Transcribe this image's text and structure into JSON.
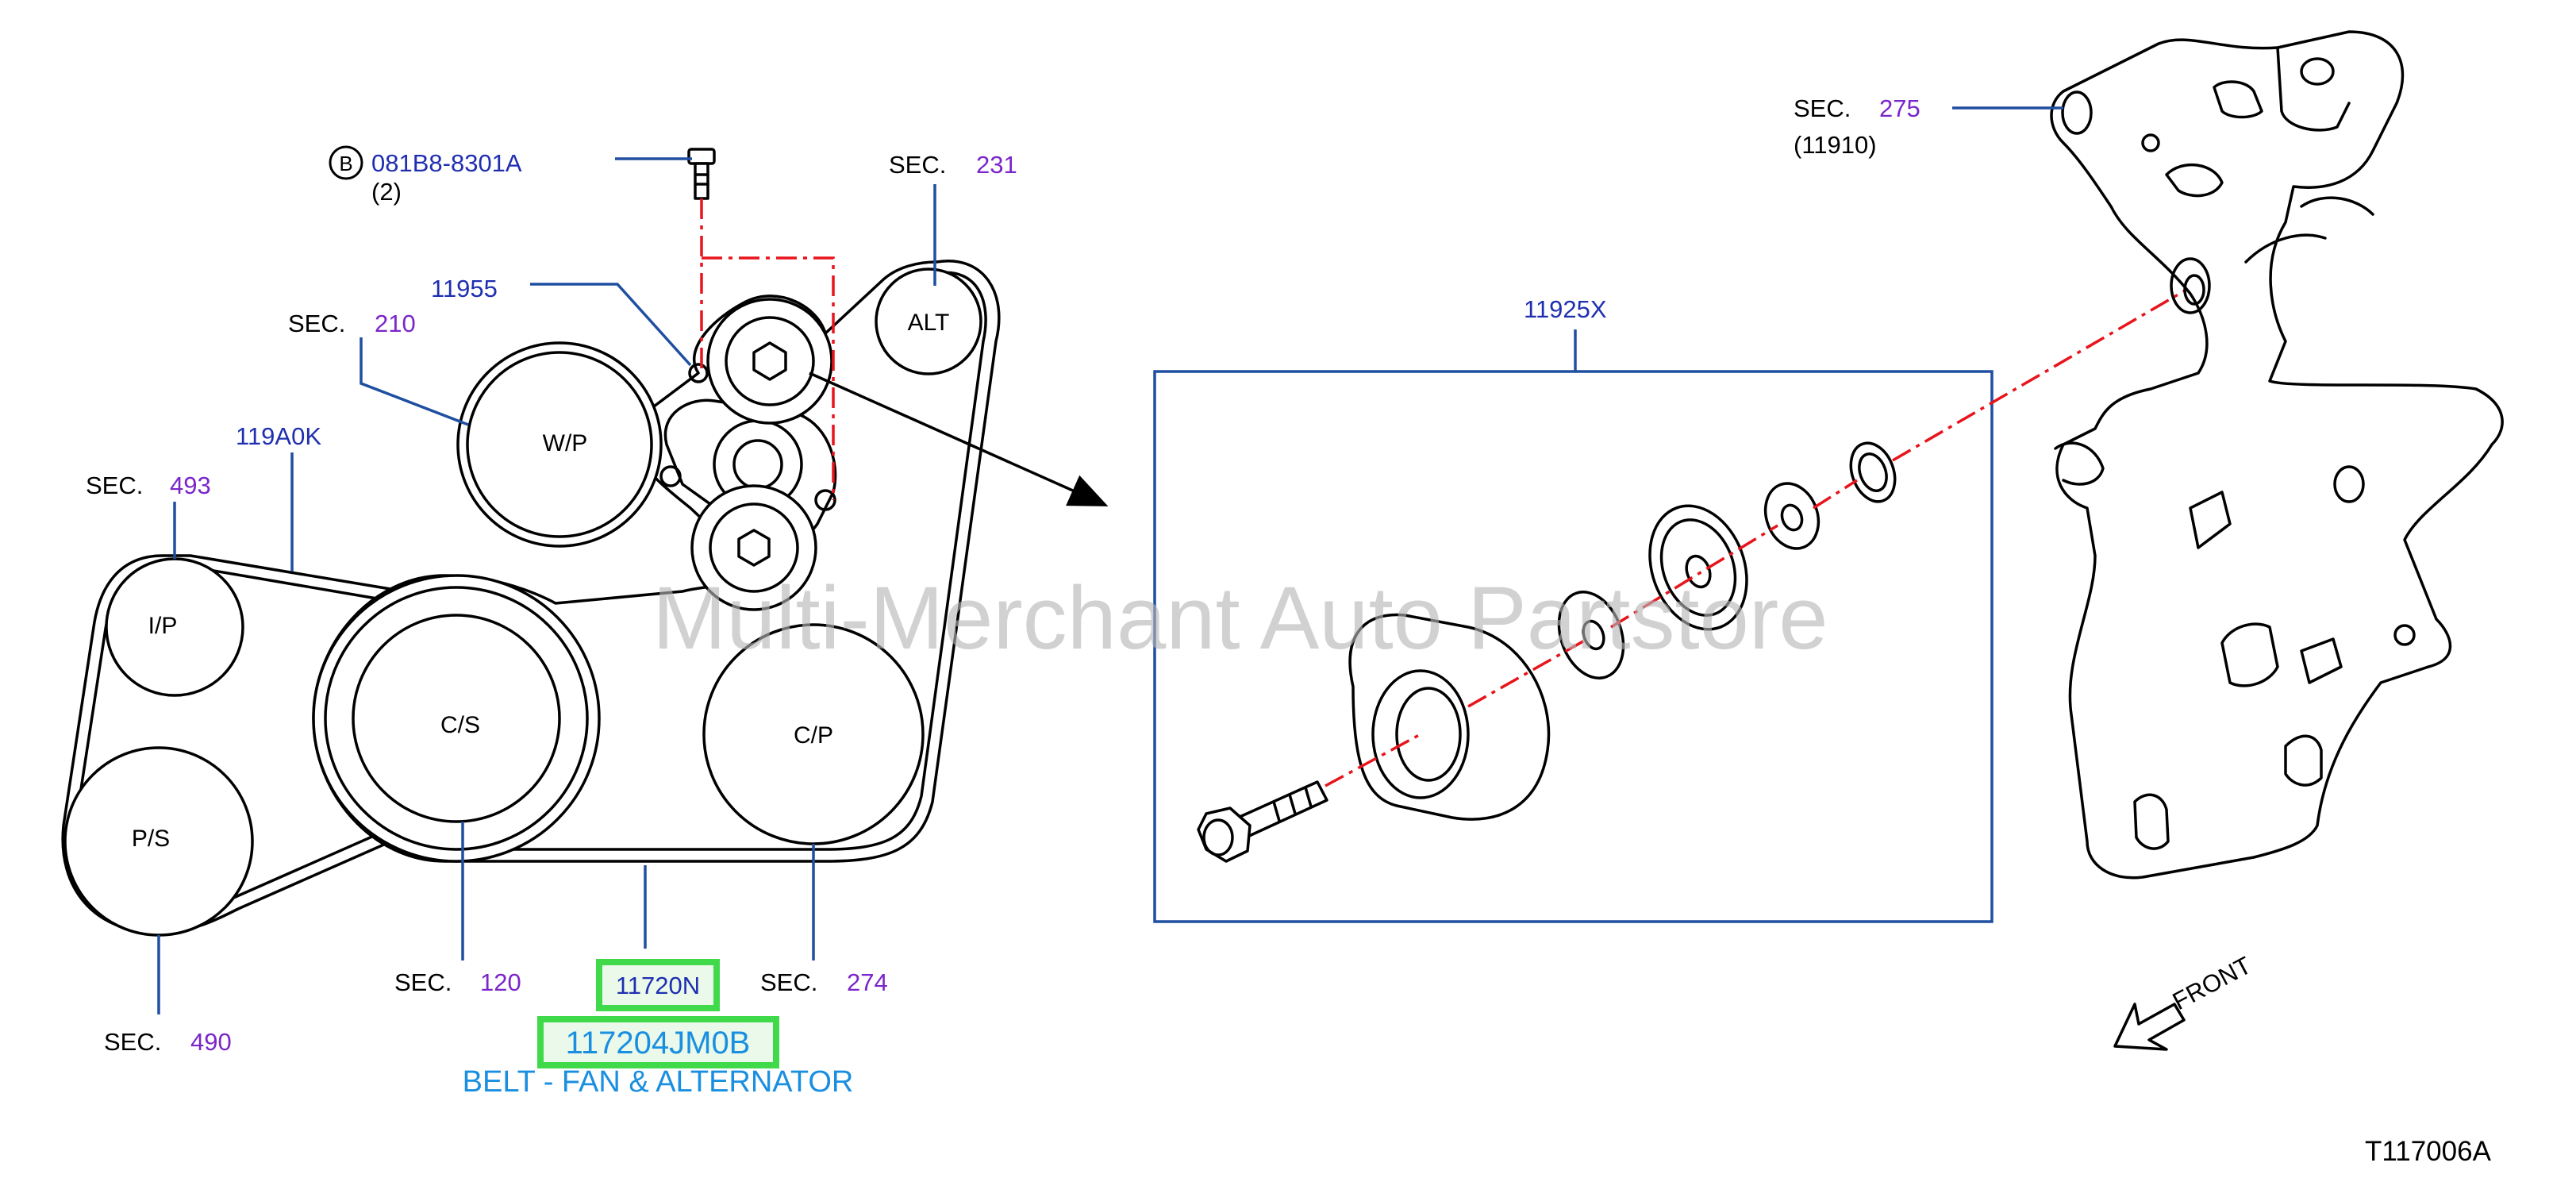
{
  "callouts": {
    "bolt_marker": "B",
    "bolt_part": "081B8-8301A",
    "bolt_qty": "(2)",
    "p11955": "11955",
    "sec210_label": "SEC.",
    "sec210_num": "210",
    "sec231_label": "SEC.",
    "sec231_num": "231",
    "p119A0K": "119A0K",
    "sec493_label": "SEC.",
    "sec493_num": "493",
    "sec120_label": "SEC.",
    "sec120_num": "120",
    "sec274_label": "SEC.",
    "sec274_num": "274",
    "sec490_label": "SEC.",
    "sec490_num": "490",
    "p11925X": "11925X",
    "sec275_label": "SEC.",
    "sec275_num": "275",
    "p11910": "(11910)"
  },
  "pulleys": {
    "alt": "ALT",
    "wp": "W/P",
    "ip": "I/P",
    "cs": "C/S",
    "cp": "C/P",
    "ps": "P/S"
  },
  "highlight": {
    "ref": "11720N",
    "part_number": "117204JM0B",
    "description": "BELT - FAN & ALTERNATOR"
  },
  "watermark": "Multi-Merchant Auto Partstore",
  "direction_label": "FRONT",
  "figure_code": "T117006A"
}
